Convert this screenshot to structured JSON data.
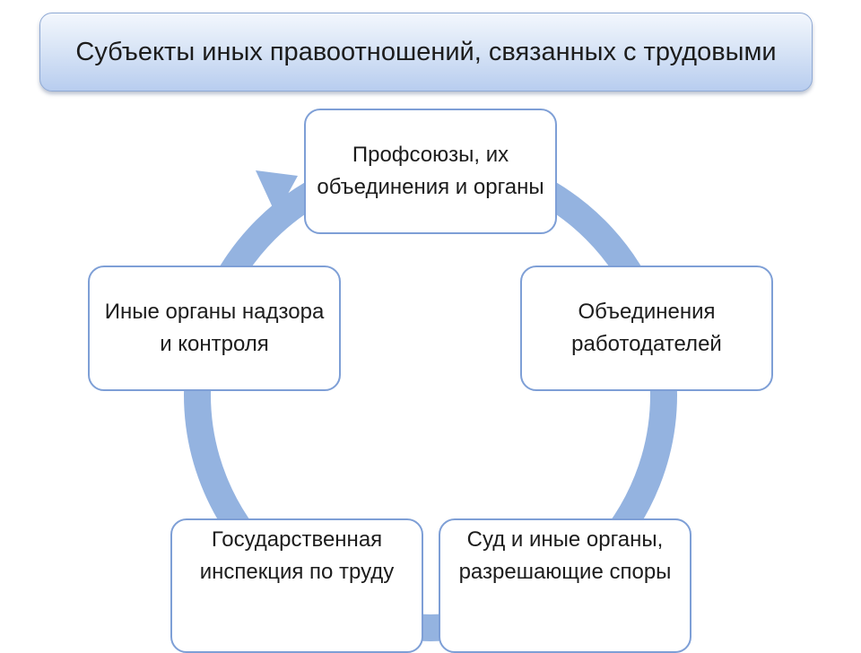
{
  "title": "Субъекты иных правоотношений, связанных с трудовыми",
  "nodes": {
    "unions": "Профсоюзы, их объединения и органы",
    "employers": "Объединения работодателей",
    "court": "Суд и иные органы, разрешающие споры",
    "inspection": "Государственная инспекция по труду",
    "supervision": "Иные органы надзора и контроля"
  },
  "colors": {
    "ring": "#94b3e0",
    "node_border": "#7e9fd6",
    "title_gradient_top": "#f3f7fd",
    "title_gradient_bottom": "#b8cdef"
  },
  "icons": {
    "cycle_arrow": "arrow-head-icon"
  }
}
